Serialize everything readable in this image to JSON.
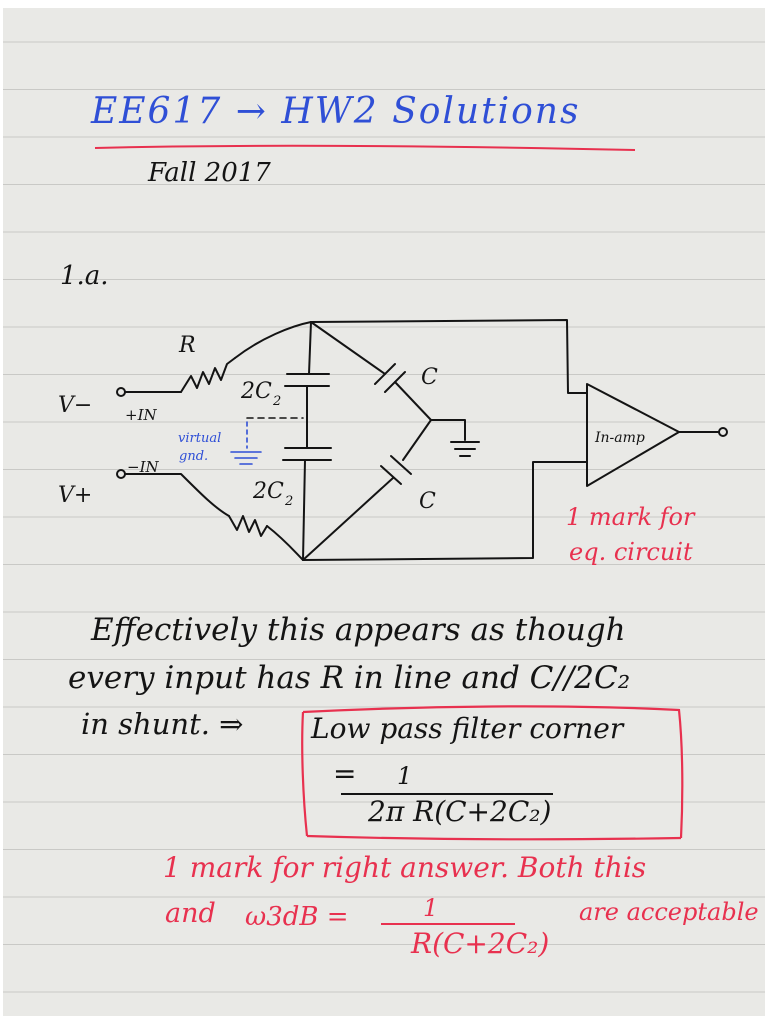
{
  "colors": {
    "paper": "#e9e9e6",
    "rule_line": "#c9c9c6",
    "ink_black": "#141414",
    "ink_blue": "#2f4fd6",
    "ink_red": "#e8314f"
  },
  "header": {
    "title": "EE617 → HW2 Solutions",
    "subtitle": "Fall 2017"
  },
  "problem_label": "1.a.",
  "circuit": {
    "labels": {
      "r": "R",
      "c2_top": "2C",
      "c2_bottom": "2C",
      "c2_subscript": "2",
      "c_top": "C",
      "c_bottom": "C",
      "v_minus": "V−",
      "v_plus": "V+",
      "plus_in": "+IN",
      "minus_in": "−IN",
      "virtual_gnd_line1": "virtual",
      "virtual_gnd_line2": "gnd.",
      "inamp": "In-amp"
    }
  },
  "margin_note": {
    "line1": "1 mark for",
    "line2": "eq. circuit"
  },
  "explanation": {
    "line1": "Effectively this appears as though",
    "line2": "every input has R in line and C//2C₂",
    "line3": "in shunt. ⇒"
  },
  "answer_box": {
    "line1": "Low pass filter corner",
    "equals": "=",
    "numerator": "1",
    "denominator": "2π R(C+2C₂)"
  },
  "grading_note": {
    "line1": "1 mark for right answer. Both this",
    "line2_prefix": "and",
    "omega": "ω3dB =",
    "numerator": "1",
    "denominator": "R(C+2C₂)",
    "suffix": "are acceptable"
  }
}
